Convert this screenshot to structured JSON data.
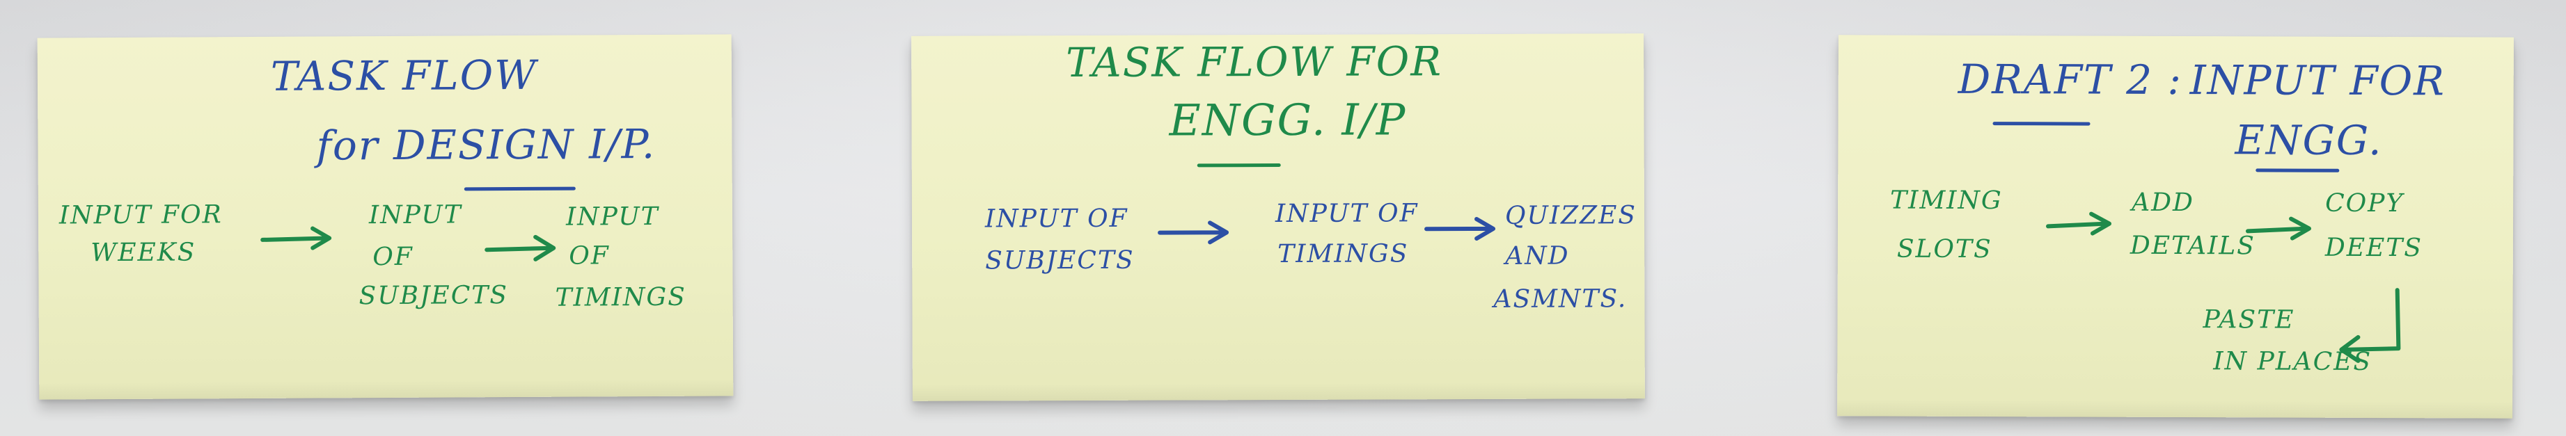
{
  "notes": [
    {
      "title_line1": "TASK FLOW",
      "title_line2": "for DESIGN I/P.",
      "steps": [
        {
          "line1": "INPUT FOR",
          "line2": "WEEKS"
        },
        {
          "line1": "INPUT",
          "line2": "OF",
          "line3": "SUBJECTS"
        },
        {
          "line1": "INPUT",
          "line2": "OF",
          "line3": "TIMINGS"
        }
      ]
    },
    {
      "title_line1": "TASK FLOW FOR",
      "title_line2": "ENGG. I/P",
      "steps": [
        {
          "line1": "INPUT OF",
          "line2": "SUBJECTS"
        },
        {
          "line1": "INPUT OF",
          "line2": "TIMINGS"
        },
        {
          "line1": "QUIZZES",
          "line2": "AND",
          "line3": "ASMNTS."
        }
      ]
    },
    {
      "title_part1": "DRAFT 2 :",
      "title_part2": "INPUT FOR",
      "title_part3": "ENGG.",
      "steps": [
        {
          "line1": "TIMING",
          "line2": "SLOTS"
        },
        {
          "line1": "ADD",
          "line2": "DETAILS"
        },
        {
          "line1": "COPY",
          "line2": "DEETS"
        },
        {
          "line1": "PASTE",
          "line2": "IN PLACES"
        }
      ]
    }
  ],
  "colors": {
    "ink_blue": "#2c4fa5",
    "ink_green": "#1f8a4a",
    "note_yellow": "#f0f1c6"
  }
}
